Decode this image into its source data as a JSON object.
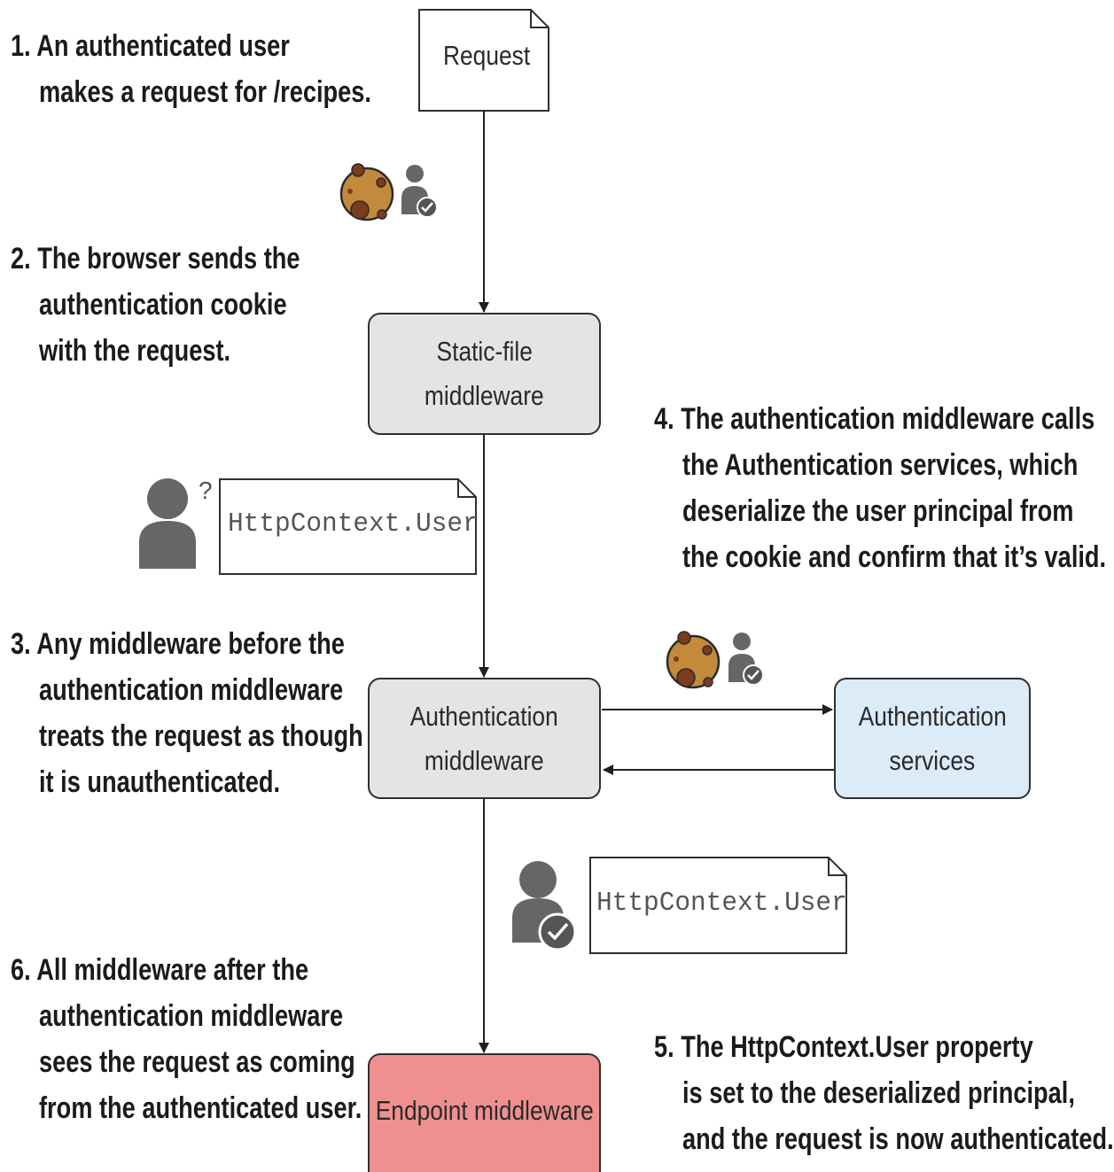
{
  "steps": {
    "step1": {
      "lines": [
        "1. An authenticated user",
        "makes a request for /recipes."
      ]
    },
    "step2": {
      "lines": [
        "2. The browser sends the",
        "authentication cookie",
        "with the request."
      ]
    },
    "step3": {
      "lines": [
        "3. Any middleware before the",
        "authentication middleware",
        "treats the request as though",
        "it is unauthenticated."
      ]
    },
    "step4": {
      "lines": [
        "4. The authentication middleware calls",
        "the Authentication services, which",
        "deserialize the user principal from",
        "the cookie and confirm that it’s valid."
      ]
    },
    "step5": {
      "lines": [
        "5. The HttpContext.User property",
        "is set to the deserialized principal,",
        "and the request is now authenticated."
      ]
    },
    "step6": {
      "lines": [
        "6. All middleware after the",
        "authentication middleware",
        "sees the request as coming",
        "from the authenticated user."
      ]
    }
  },
  "nodes": {
    "request": {
      "label": "Request"
    },
    "static_file": {
      "lines": [
        "Static-file",
        "middleware"
      ]
    },
    "authentication": {
      "lines": [
        "Authentication",
        "middleware"
      ]
    },
    "auth_services": {
      "lines": [
        "Authentication",
        "services"
      ]
    },
    "endpoint": {
      "label": "Endpoint middleware"
    }
  },
  "documents": {
    "unauthenticated_user": {
      "label": "HttpContext.User",
      "marker": "?"
    },
    "authenticated_user": {
      "label": "HttpContext.User"
    }
  },
  "icons": {
    "cookie": "cookie-icon",
    "user_check": "user-check-icon",
    "user_unknown": "user-icon"
  },
  "colors": {
    "box_gray": "#e3e4e4",
    "box_blue": "#dcebf8",
    "box_red": "#f08f8f",
    "cookie": "#c38a3c",
    "user": "#666666"
  }
}
